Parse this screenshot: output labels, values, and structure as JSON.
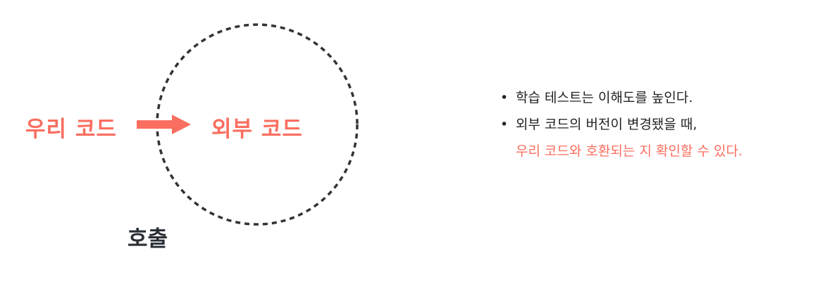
{
  "colors": {
    "accent": "#fa6e60",
    "text": "#222222",
    "label_dark": "#2a2f36",
    "dash": "#333333"
  },
  "diagram": {
    "our_code_label": "우리 코드",
    "external_code_label": "외부 코드",
    "call_label": "호출"
  },
  "notes": {
    "bullet_symbol": "•",
    "items": [
      {
        "line1": "학습 테스트는 이해도를 높인다.",
        "line2": ""
      },
      {
        "line1": "외부 코드의 버전이 변경됐을 때,",
        "line2": "우리 코드와 호환되는 지 확인할 수 있다."
      }
    ]
  }
}
